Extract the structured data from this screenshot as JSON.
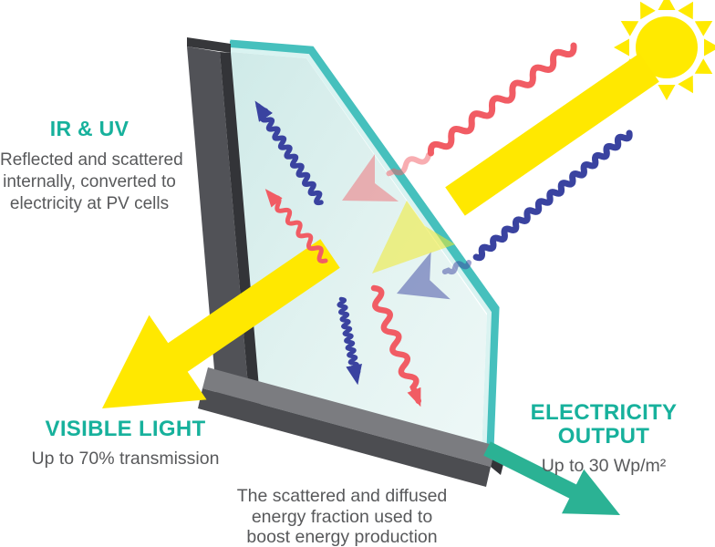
{
  "labels": {
    "ir_uv": {
      "title": "IR & UV",
      "lines": [
        "Reflected and scattered",
        "internally, converted to",
        "electricity at PV cells"
      ]
    },
    "visible_light": {
      "title": "VISIBLE LIGHT",
      "subtitle": "Up to 70% transmission"
    },
    "electricity": {
      "title_line1": "ELECTRICITY",
      "title_line2": "OUTPUT",
      "subtitle": "Up to 30 Wp/m²"
    },
    "bottom_note": {
      "lines": [
        "The scattered and diffused",
        "energy fraction used to",
        "boost energy production"
      ]
    }
  },
  "colors": {
    "heading_teal": "#17b19c",
    "body_gray": "#58595b",
    "sun_yellow": "#ffea00",
    "beam_yellow": "#ffe800",
    "ir_red": "#f15c64",
    "uv_blue": "#3a43a0",
    "output_arrow_teal": "#2bb294",
    "glass_edge_teal": "#46c0bd",
    "frame_gray": "#515257"
  }
}
